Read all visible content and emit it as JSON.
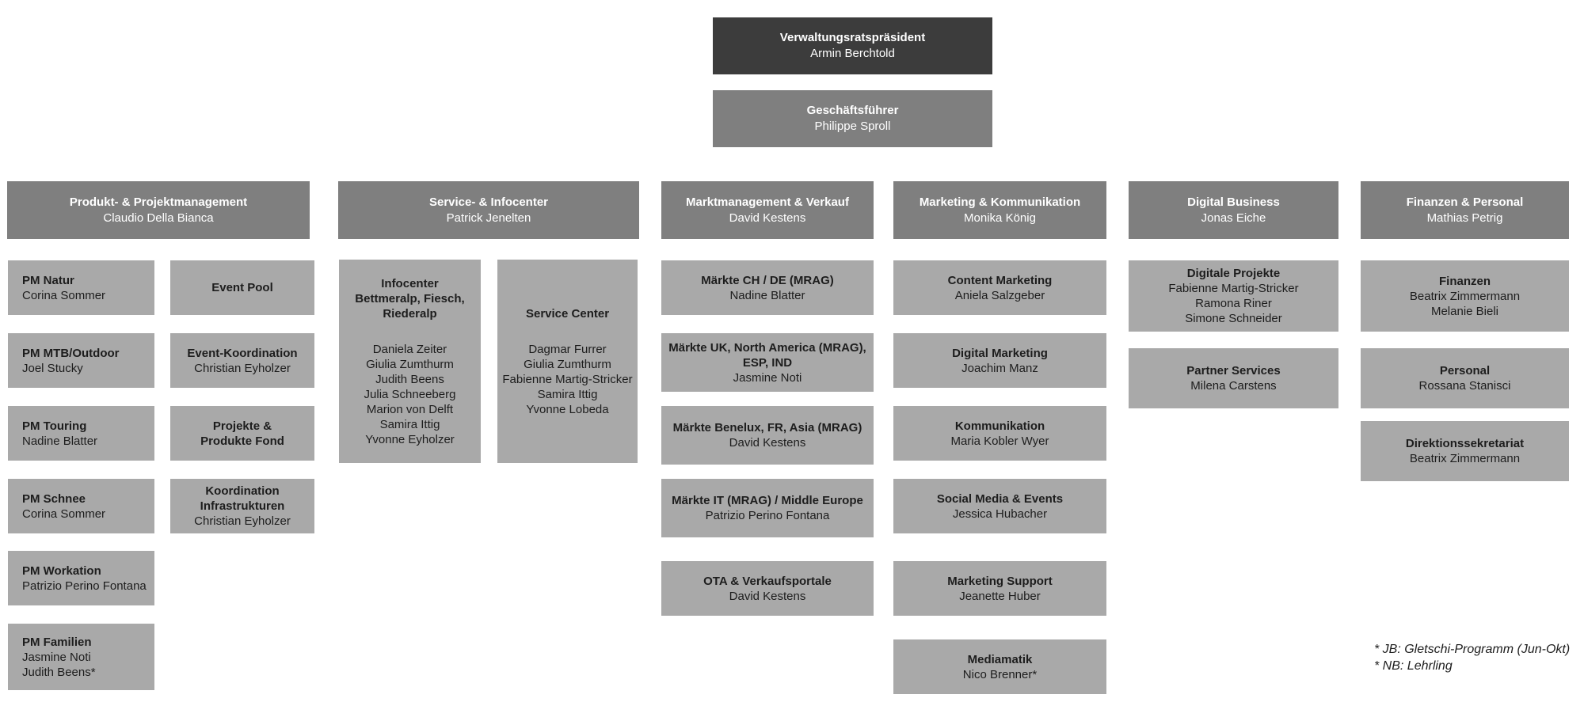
{
  "colors": {
    "top_box": "#3c3c3c",
    "department_box": "#7f7f7f",
    "unit_box": "#a9a9a9",
    "text_on_dark": "#ffffff",
    "text_on_light": "#1d1d1d"
  },
  "org": {
    "president": {
      "title": "Verwaltungsratspräsident",
      "name": "Armin Berchtold"
    },
    "ceo": {
      "title": "Geschäftsführer",
      "name": "Philippe Sproll"
    },
    "departments": [
      {
        "title": "Produkt- & Projektmanagement",
        "head": "Claudio Della Bianca"
      },
      {
        "title": "Service- & Infocenter",
        "head": "Patrick Jenelten"
      },
      {
        "title": "Marktmanagement & Verkauf",
        "head": "David Kestens"
      },
      {
        "title": "Marketing & Kommunikation",
        "head": "Monika König"
      },
      {
        "title": "Digital Business",
        "head": "Jonas Eiche"
      },
      {
        "title": "Finanzen & Personal",
        "head": "Mathias Petrig"
      }
    ],
    "pm_units": [
      {
        "title": "PM Natur",
        "names": [
          "Corina Sommer"
        ]
      },
      {
        "title": "PM MTB/Outdoor",
        "names": [
          "Joel Stucky"
        ]
      },
      {
        "title": "PM Touring",
        "names": [
          "Nadine Blatter"
        ]
      },
      {
        "title": "PM Schnee",
        "names": [
          "Corina Sommer"
        ]
      },
      {
        "title": "PM Workation",
        "names": [
          "Patrizio Perino Fontana"
        ]
      },
      {
        "title": "PM Familien",
        "names": [
          "Jasmine Noti",
          "Judith Beens*"
        ]
      }
    ],
    "event_units": [
      {
        "title_lines": [
          "Event Pool"
        ],
        "names": []
      },
      {
        "title_lines": [
          "Event-Koordination"
        ],
        "names": [
          "Christian Eyholzer"
        ]
      },
      {
        "title_lines": [
          "Projekte &",
          "Produkte Fond"
        ],
        "names": []
      },
      {
        "title_lines": [
          "Koordination",
          "Infrastrukturen"
        ],
        "names": [
          "Christian Eyholzer"
        ]
      }
    ],
    "infocenter": {
      "title_lines": [
        "Infocenter",
        "Bettmeralp, Fiesch,",
        "Riederalp"
      ],
      "names": [
        "Daniela Zeiter",
        "Giulia Zumthurm",
        "Judith Beens",
        "Julia Schneeberg",
        "Marion von Delft",
        "Samira Ittig",
        "Yvonne Eyholzer"
      ]
    },
    "service_center": {
      "title_lines": [
        "Service Center"
      ],
      "names": [
        "Dagmar Furrer",
        "Giulia Zumthurm",
        "Fabienne Martig-Stricker",
        "Samira Ittig",
        "Yvonne Lobeda"
      ]
    },
    "markt_units": [
      {
        "title_lines": [
          "Märkte CH / DE (MRAG)"
        ],
        "names": [
          "Nadine Blatter"
        ]
      },
      {
        "title_lines": [
          "Märkte UK, North America (MRAG),",
          "ESP, IND"
        ],
        "names": [
          "Jasmine Noti"
        ]
      },
      {
        "title_lines": [
          "Märkte  Benelux, FR, Asia (MRAG)"
        ],
        "names": [
          "David Kestens"
        ]
      },
      {
        "title_lines": [
          "Märkte IT (MRAG) / Middle Europe"
        ],
        "names": [
          "Patrizio Perino Fontana"
        ]
      },
      {
        "title_lines": [
          "OTA & Verkaufsportale"
        ],
        "names": [
          "David Kestens"
        ]
      }
    ],
    "marketing_units": [
      {
        "title_lines": [
          "Content Marketing"
        ],
        "names": [
          "Aniela Salzgeber"
        ]
      },
      {
        "title_lines": [
          "Digital Marketing"
        ],
        "names": [
          "Joachim Manz"
        ]
      },
      {
        "title_lines": [
          "Kommunikation"
        ],
        "names": [
          "Maria Kobler Wyer"
        ]
      },
      {
        "title_lines": [
          "Social Media & Events"
        ],
        "names": [
          "Jessica Hubacher"
        ]
      },
      {
        "title_lines": [
          "Marketing Support"
        ],
        "names": [
          "Jeanette Huber"
        ]
      },
      {
        "title_lines": [
          "Mediamatik"
        ],
        "names": [
          "Nico Brenner*"
        ]
      }
    ],
    "digital_units": [
      {
        "title_lines": [
          "Digitale Projekte"
        ],
        "names": [
          "Fabienne Martig-Stricker",
          "Ramona Riner",
          "Simone Schneider"
        ]
      },
      {
        "title_lines": [
          "Partner Services"
        ],
        "names": [
          "Milena Carstens"
        ]
      }
    ],
    "finance_units": [
      {
        "title_lines": [
          "Finanzen"
        ],
        "names": [
          "Beatrix Zimmermann",
          "Melanie Bieli"
        ]
      },
      {
        "title_lines": [
          "Personal"
        ],
        "names": [
          "Rossana Stanisci"
        ]
      },
      {
        "title_lines": [
          "Direktionssekretariat"
        ],
        "names": [
          "Beatrix Zimmermann"
        ]
      }
    ],
    "footnotes": [
      "* JB: Gletschi-Programm (Jun-Okt)",
      "* NB: Lehrling"
    ]
  }
}
